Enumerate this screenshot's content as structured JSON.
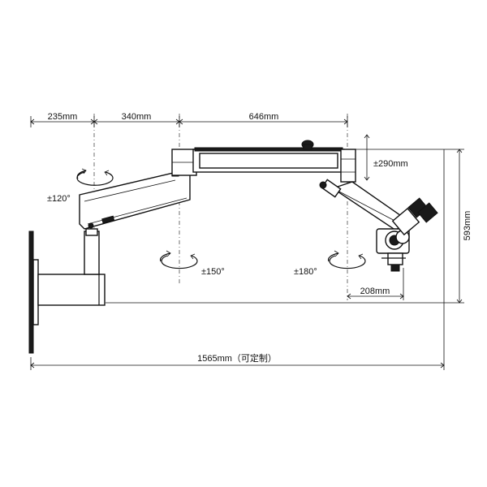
{
  "dimensions": {
    "seg_235": "235mm",
    "seg_340": "340mm",
    "seg_646": "646mm",
    "height_290": "±290mm",
    "height_593": "593mm",
    "reach_208": "208mm",
    "total_width": "1565mm（可定制）"
  },
  "rotations": {
    "joint_1": "±120°",
    "joint_2": "±150°",
    "joint_3": "±180°"
  },
  "colors": {
    "line": "#111111",
    "background": "#ffffff"
  }
}
